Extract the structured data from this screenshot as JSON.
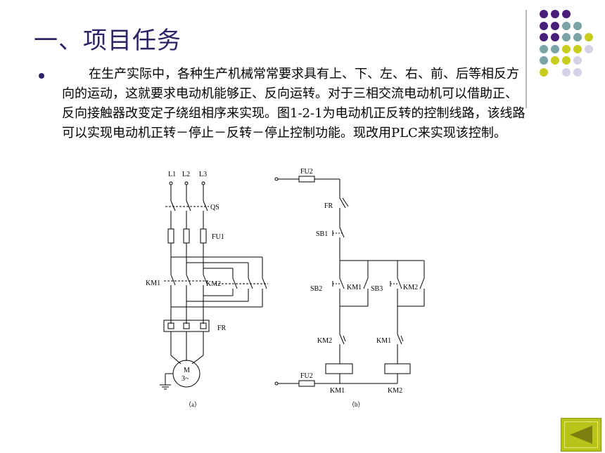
{
  "slide": {
    "title": "一、项目任务",
    "paragraph": "在生产实际中，各种生产机械常常要求具有上、下、左、右、前、后等相反方向的运动，这就要求电动机能够正、反向运转。对于三相交流电动机可以借助正、反向接触器改变定子绕组相序来实现。图1-2-1为电动机正反转的控制线路，该线路可以实现电动机正转－停止－反转－停止控制功能。现改用PLC来实现该控制。"
  },
  "decoration": {
    "colors": {
      "purple": "#4a1f78",
      "teal": "#7aa4a4",
      "yellow": "#c8cc1e",
      "lavender": "#d4d2e8"
    },
    "dot_grid": [
      [
        "purple",
        "purple",
        "purple",
        "",
        ""
      ],
      [
        "purple",
        "purple",
        "teal",
        "teal",
        ""
      ],
      [
        "purple",
        "purple",
        "teal",
        "teal",
        "yellow"
      ],
      [
        "teal",
        "teal",
        "yellow",
        "yellow",
        "lavender"
      ],
      [
        "teal",
        "yellow",
        "yellow",
        "lavender",
        ""
      ],
      [
        "yellow",
        "",
        "lavender",
        "lavender",
        ""
      ]
    ]
  },
  "diagram": {
    "phase_labels": [
      "L1",
      "L2",
      "L3"
    ],
    "switch_label": "QS",
    "fuse_main": "FU1",
    "fuse_ctrl": "FU2",
    "km1": "KM1",
    "km2": "KM2",
    "relay": "FR",
    "sb1": "SB1",
    "sb2": "SB2",
    "sb3": "SB3",
    "motor_line1": "M",
    "motor_line2": "3~",
    "caption_a": "（a）",
    "caption_b": "（b）"
  },
  "nav": {
    "back_icon": "triangle-left-icon"
  }
}
